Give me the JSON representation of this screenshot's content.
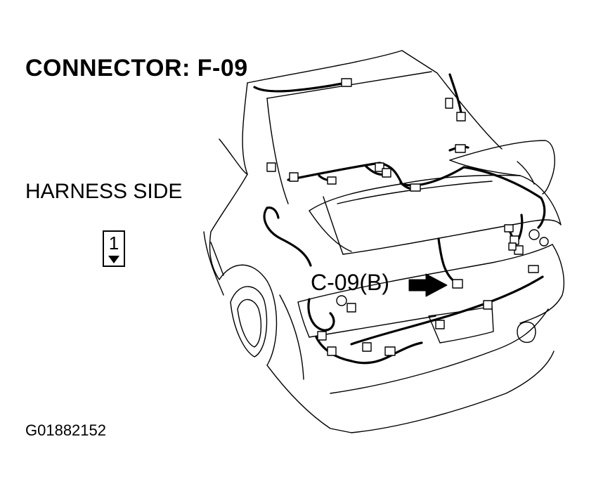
{
  "title": "CONNECTOR: F-09",
  "view_label": "HARNESS SIDE",
  "pin_number": "1",
  "callout_label": "C-09(B)",
  "figure_id": "G01882152",
  "icons": {
    "pin_marker": "down-triangle-icon",
    "pointer": "right-arrow-icon"
  },
  "colors": {
    "line": "#000000",
    "background": "#ffffff"
  }
}
